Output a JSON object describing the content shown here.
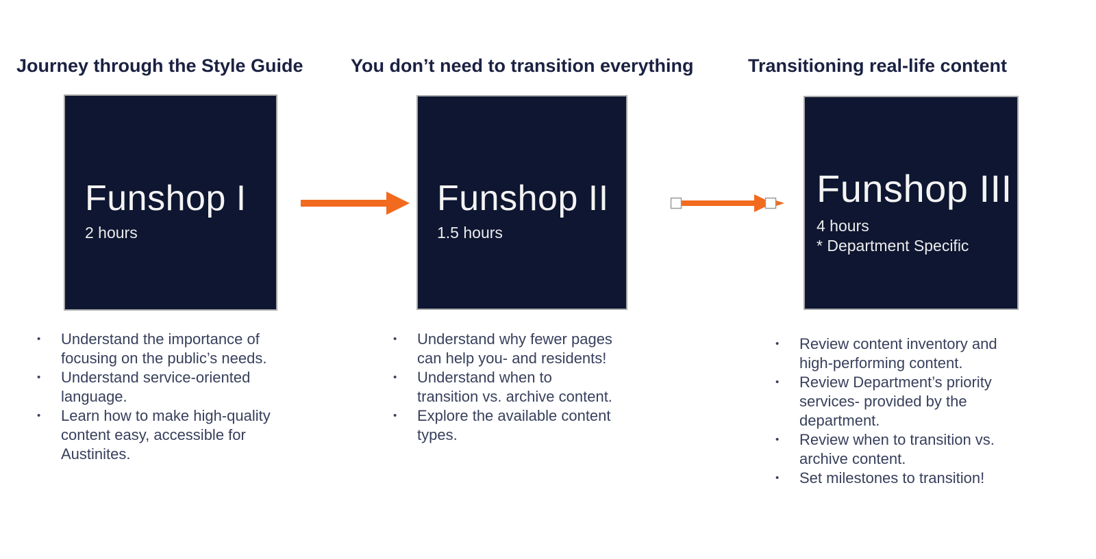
{
  "colors": {
    "accent_orange": "#F26A1E",
    "box_navy": "#0E1631",
    "header_text": "#1B2141",
    "body_text": "#373F5B",
    "box_title_text": "#F3F3F3",
    "shape_border": "#ABABAB",
    "handle_fill": "#FFFFFF",
    "handle_border": "#999999"
  },
  "columns": [
    {
      "header": "Journey through the Style Guide",
      "box": {
        "title": "Funshop I",
        "subtitle_lines": [
          "2 hours"
        ]
      },
      "bullets": [
        {
          "lines": [
            "Understand the importance of",
            "focusing on the public’s needs."
          ]
        },
        {
          "lines": [
            "Understand service-oriented",
            "language."
          ]
        },
        {
          "lines": [
            "Learn how to make high-quality",
            "content easy, accessible for",
            "Austinites."
          ]
        }
      ]
    },
    {
      "header": "You don’t need to transition everything",
      "box": {
        "title": "Funshop II",
        "subtitle_lines": [
          "1.5 hours"
        ]
      },
      "bullets": [
        {
          "lines": [
            "Understand why fewer pages",
            "can help you- and residents!"
          ]
        },
        {
          "lines": [
            "Understand when to",
            "transition vs. archive content."
          ]
        },
        {
          "lines": [
            "Explore the available content",
            "types."
          ]
        }
      ]
    },
    {
      "header": "Transitioning real-life content",
      "box": {
        "title": "Funshop III",
        "subtitle_lines": [
          "4 hours",
          "* Department Specific"
        ]
      },
      "bullets": [
        {
          "lines": [
            "Review content inventory and",
            "high-performing content."
          ]
        },
        {
          "lines": [
            "Review Department’s priority",
            "services- provided by the",
            "department."
          ]
        },
        {
          "lines": [
            "Review when to transition vs.",
            "archive content."
          ]
        },
        {
          "lines": [
            "Set milestones to transition!"
          ]
        }
      ]
    }
  ],
  "arrows": [
    {
      "name": "arrow-funshop1-to-funshop2",
      "selected": false
    },
    {
      "name": "arrow-funshop2-to-funshop3",
      "selected": true
    }
  ]
}
